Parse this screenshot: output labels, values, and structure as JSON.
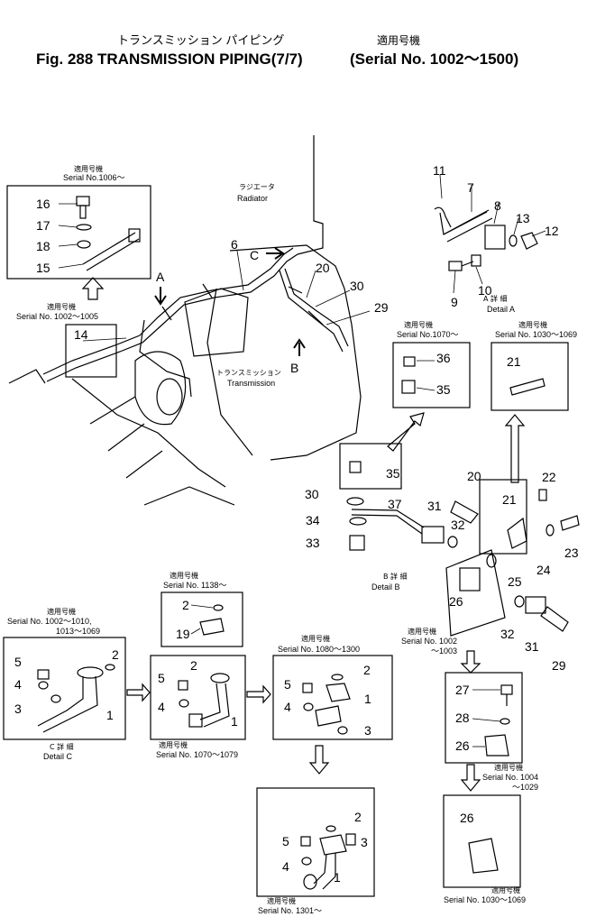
{
  "header": {
    "title_jp": "トランスミッション パイピング",
    "title": "Fig. 288 TRANSMISSION PIPING(7/7)",
    "serial_jp": "適用号機",
    "serial": "(Serial No. 1002～1500)"
  },
  "jp_applicable": "適用号機",
  "main": {
    "radiator_jp": "ラジエータ",
    "radiator": "Radiator",
    "transmission_jp": "トランスミッション",
    "transmission": "Transmission",
    "arrow_a": "A",
    "arrow_b": "B",
    "arrow_c": "C"
  },
  "boxes": {
    "upper_left_serial": "Serial No.1006～",
    "serial_1002_1005": "Serial No. 1002～1005",
    "serial_1070_up": "Serial No.1070～",
    "serial_1030_1069": "Serial No. 1030～1069",
    "serial_1138_up": "Serial No. 1138～",
    "serial_1002_1010": "Serial No. 1002～1010,",
    "serial_1013_1069": "1013～1069",
    "serial_1070_1079": "Serial No. 1070～1079",
    "serial_1080_1300": "Serial No. 1080～1300",
    "serial_1301_up": "Serial No. 1301～",
    "serial_1002_1003_a": "Serial No. 1002",
    "serial_1002_1003_b": "～1003",
    "serial_1004_a": "Serial No. 1004",
    "serial_1004_b": "～1029",
    "serial_1030_bottom": "Serial No. 1030～1069"
  },
  "details": {
    "a_jp": "A 詳 細",
    "a": "Detail A",
    "b_jp": "B 詳 細",
    "b": "Detail B",
    "c_jp": "C 詳 細",
    "c": "Detail C"
  },
  "part_numbers": [
    "1",
    "2",
    "3",
    "4",
    "5",
    "6",
    "8",
    "9",
    "10",
    "11",
    "12",
    "13",
    "14",
    "15",
    "16",
    "17",
    "18",
    "19",
    "20",
    "21",
    "22",
    "23",
    "24",
    "25",
    "26",
    "27",
    "28",
    "29",
    "30",
    "31",
    "32",
    "33",
    "34",
    "35",
    "36",
    "37",
    "7"
  ]
}
